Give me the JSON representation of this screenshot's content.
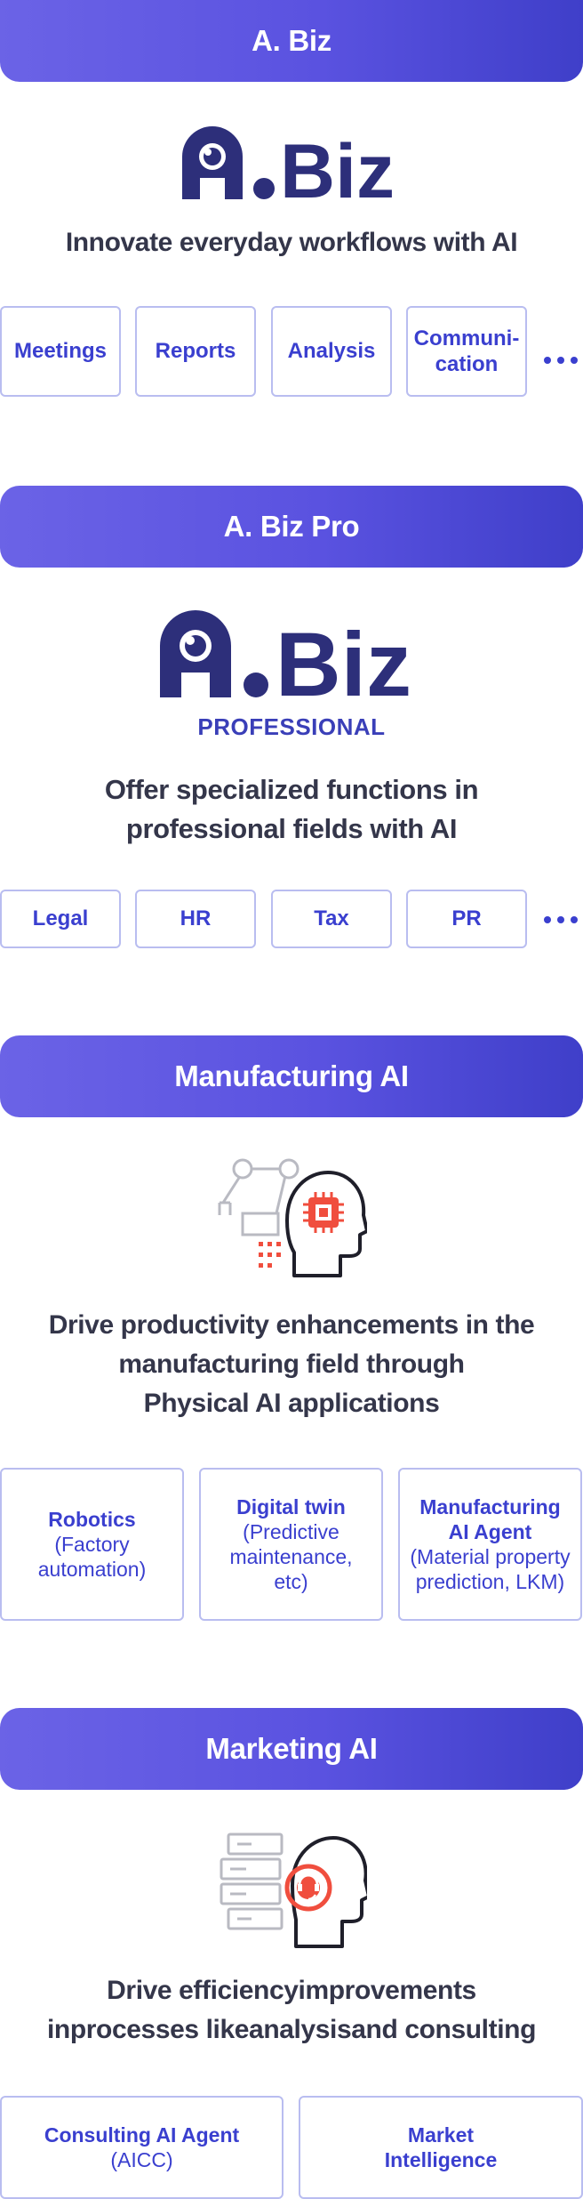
{
  "sections": [
    {
      "header": "A. Biz",
      "logo_text": "Biz",
      "tagline": "Innovate everyday workflows with AI",
      "chips": [
        "Meetings",
        "Reports",
        "Analysis",
        "Communi-\ncation"
      ]
    },
    {
      "header": "A. Biz Pro",
      "logo_text": "Biz",
      "logo_subtitle": "PROFESSIONAL",
      "tagline_lines": [
        "Offer specialized functions in",
        "professional fields with AI"
      ],
      "chips": [
        "Legal",
        "HR",
        "Tax",
        "PR"
      ]
    },
    {
      "header": "Manufacturing AI",
      "icon": "robot-arm-head-chip-icon",
      "tagline_lines": [
        "Drive productivity enhancements in the",
        "manufacturing field through",
        "Physical AI applications"
      ],
      "cards": [
        {
          "title": "Robotics",
          "sub": "(Factory\nautomation)"
        },
        {
          "title": "Digital twin",
          "sub": "(Predictive\nmaintenance,\netc)"
        },
        {
          "title": "Manufacturing\nAI Agent",
          "sub": "(Material property\nprediction, LKM)"
        }
      ]
    },
    {
      "header": "Marketing AI",
      "icon": "server-head-headset-icon",
      "tagline_lines": [
        "Drive efficiencyimprovements",
        "inprocesses likeanalysisand consulting"
      ],
      "cards": [
        {
          "title": "Consulting AI Agent",
          "sub": "(AICC)"
        },
        {
          "title": "Market\nIntelligence",
          "sub": ""
        }
      ]
    }
  ],
  "colors": {
    "header_gradient_start": "#6b63e6",
    "header_gradient_end": "#3f3fc9",
    "logo_navy": "#2d2f7a",
    "chip_text": "#3a3fcf",
    "chip_border": "#b9bdf0",
    "icon_accent": "#f04e3e"
  }
}
